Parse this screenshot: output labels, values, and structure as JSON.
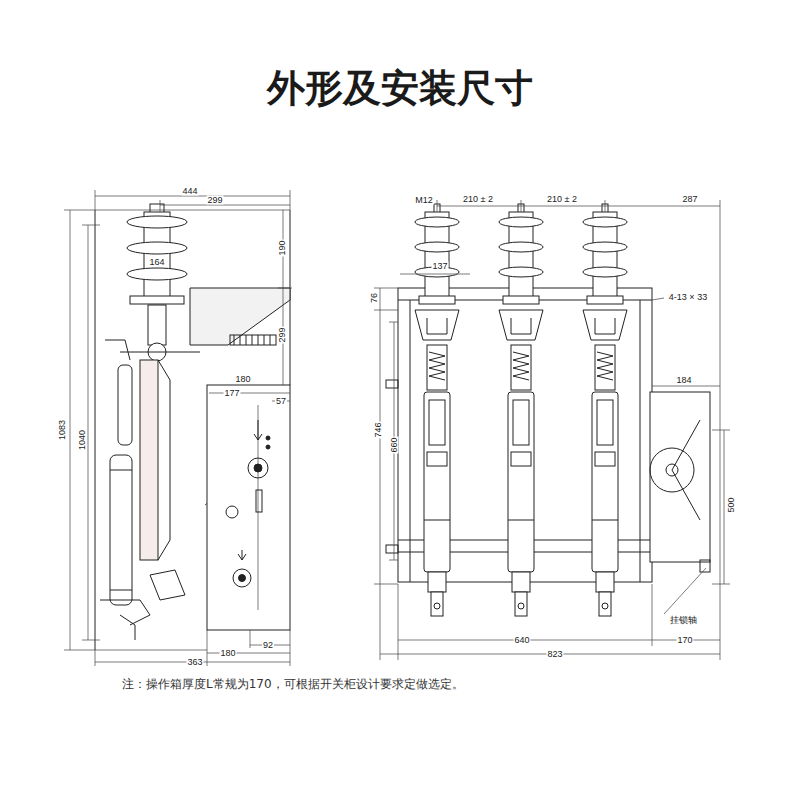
{
  "diagram": {
    "title": "外形及安装尺寸",
    "caption": "注：操作箱厚度L常规为170，可根据开关柜设计要求定做选定。",
    "labels": [
      "444",
      "299",
      "190",
      "164",
      "299",
      "1083",
      "1040",
      "180",
      "177",
      "57",
      "363",
      "180",
      "92",
      "M12",
      "210 ± 2",
      "210 ± 2",
      "287",
      "137",
      "76",
      "4-13 × 33",
      "746",
      "660",
      "184",
      "500",
      "挂锁轴",
      "640",
      "823",
      "170"
    ]
  }
}
